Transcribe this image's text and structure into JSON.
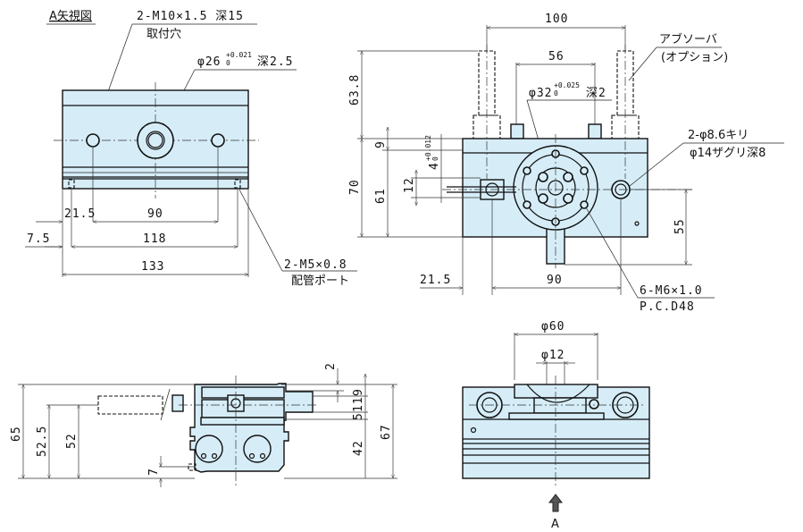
{
  "views": {
    "view_a": {
      "title": "A矢視図",
      "mount_hole_callout": "2-M10×1.5 深15",
      "mount_hole_note": "取付穴",
      "bore_callout": "φ26",
      "bore_tol_upper": "+0.021",
      "bore_tol_lower": "0",
      "bore_depth": "深2.5",
      "port_callout": "2-M5×0.8",
      "port_note": "配管ポート",
      "dims": {
        "offset_left": "21.5",
        "hole_pitch": "90",
        "edge_offset": "7.5",
        "port_pitch": "118",
        "overall_width": "133"
      }
    },
    "top_view": {
      "dims": {
        "absorber_pitch": "100",
        "bolt_pitch": "56",
        "absorber_height": "63.8",
        "top_offset": "9",
        "body_height": "70",
        "center_height": "61",
        "slot_width": "12",
        "slot_offset": "4",
        "slot_tol_upper": "+0.012",
        "slot_tol_lower": "0",
        "center_to_bottom": "55",
        "left_offset": "21.5",
        "hole_pitch": "90"
      },
      "bore_callout": "φ32",
      "bore_tol_upper": "+0.025",
      "bore_tol_lower": "0",
      "bore_depth": "深2",
      "absorber_label": "アブソーバ",
      "absorber_note": "(オプション)",
      "thru_hole_callout": "2-φ8.6キリ",
      "counterbore_callout": "φ14ザグリ深8",
      "tapped_callout": "6-M6×1.0",
      "pcd_callout": "P.C.D48"
    },
    "side_view": {
      "dims": {
        "top_gap": "2",
        "d9": "9",
        "d11": "11",
        "d5": "5",
        "d42": "42",
        "overall_right": "67",
        "overall_left": "65",
        "d52_5": "52.5",
        "d52": "52",
        "d7": "7"
      }
    },
    "front_view": {
      "dims": {
        "outer_dia": "φ60",
        "inner_dia": "φ12"
      },
      "view_arrow_label": "A"
    }
  },
  "colors": {
    "part_fill": "#d6edf8",
    "line": "#111111"
  }
}
